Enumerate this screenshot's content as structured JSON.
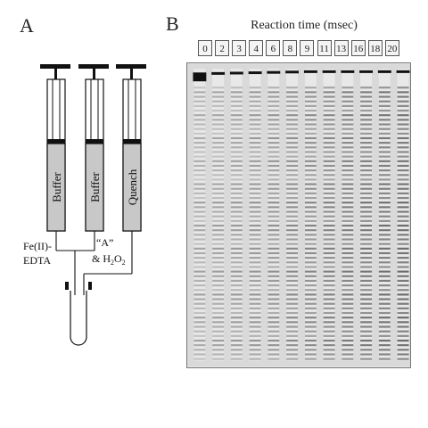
{
  "panel_a": {
    "letter": "A",
    "syringes": [
      {
        "label": "Buffer"
      },
      {
        "label": "Buffer"
      },
      {
        "label": "Quench"
      }
    ],
    "reagent_left": [
      "Fe(II)-",
      "EDTA"
    ],
    "reagent_right_line1": "“A”",
    "reagent_right_line2_prefix": "& H",
    "reagent_right_sub1": "2",
    "reagent_right_mid": "O",
    "reagent_right_sub2": "2"
  },
  "panel_b": {
    "letter": "B",
    "title": "Reaction time (msec)",
    "lanes": [
      "0",
      "2",
      "3",
      "4",
      "6",
      "8",
      "9",
      "11",
      "13",
      "16",
      "18",
      "20"
    ]
  },
  "colors": {
    "syringe_fill": "#c8c8c8",
    "plunger": "#111111",
    "gel_background": "#d9d9d9",
    "gel_band": "#3a3a3a"
  }
}
